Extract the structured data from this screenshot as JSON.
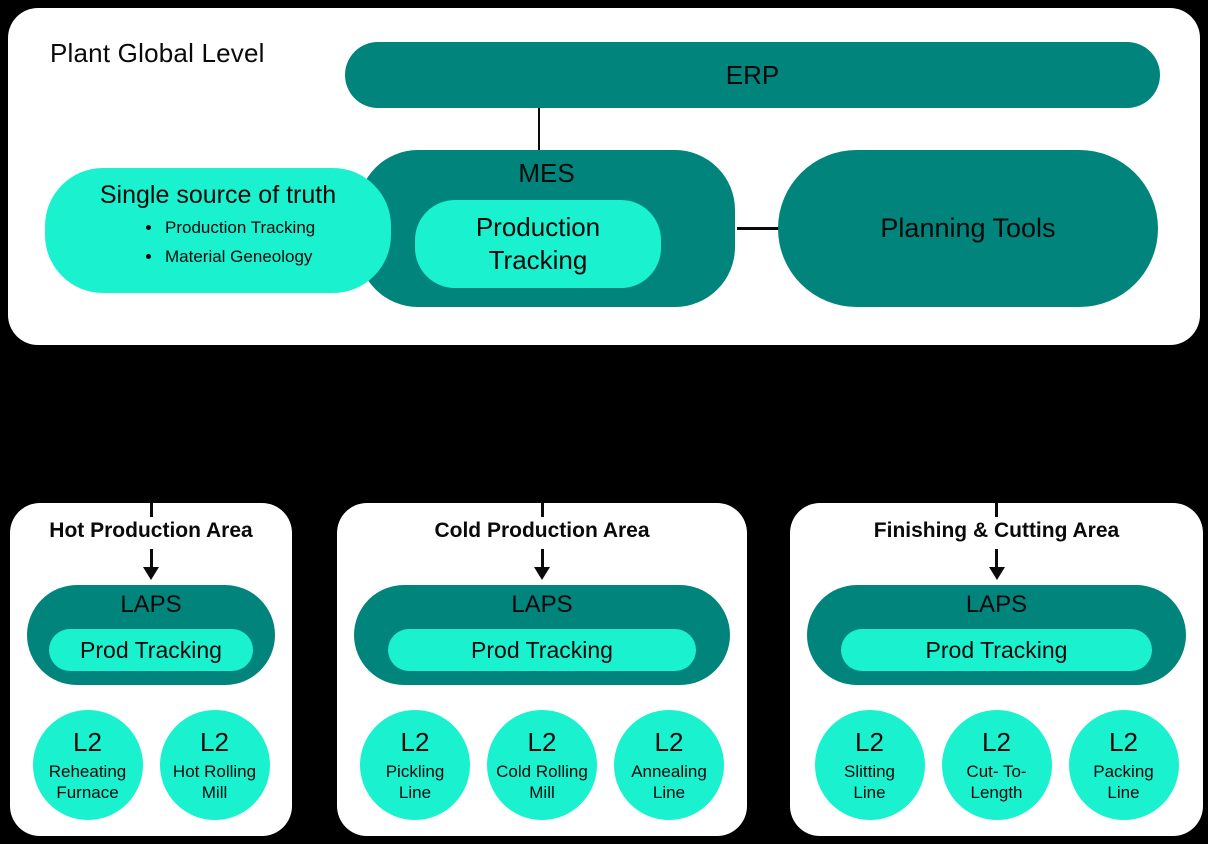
{
  "colors": {
    "teal": "#00847C",
    "cyan": "#1AF2CF",
    "background": "#000000",
    "card": "#FFFFFF",
    "line": "#0A0A0A"
  },
  "plant_global": {
    "title": "Plant Global Level",
    "erp": {
      "label": "ERP"
    },
    "mes": {
      "label": "MES",
      "inner_lines": [
        "Production",
        "Tracking"
      ]
    },
    "single_source": {
      "title": "Single source of truth",
      "bullets": [
        "Production Tracking",
        "Material Geneology"
      ]
    },
    "planning": {
      "label": "Planning Tools"
    }
  },
  "areas": [
    {
      "title": "Hot Production Area",
      "laps": "LAPS",
      "tracking": "Prod Tracking",
      "units": [
        {
          "level": "L2",
          "name_lines": [
            "Reheating",
            "Furnace"
          ]
        },
        {
          "level": "L2",
          "name_lines": [
            "Hot Rolling",
            "Mill"
          ]
        }
      ]
    },
    {
      "title": "Cold Production Area",
      "laps": "LAPS",
      "tracking": "Prod Tracking",
      "units": [
        {
          "level": "L2",
          "name_lines": [
            "Pickling",
            "Line"
          ]
        },
        {
          "level": "L2",
          "name_lines": [
            "Cold Rolling",
            "Mill"
          ]
        },
        {
          "level": "L2",
          "name_lines": [
            "Annealing",
            "Line"
          ]
        }
      ]
    },
    {
      "title": "Finishing & Cutting Area",
      "laps": "LAPS",
      "tracking": "Prod Tracking",
      "units": [
        {
          "level": "L2",
          "name_lines": [
            "Slitting",
            "Line"
          ]
        },
        {
          "level": "L2",
          "name_lines": [
            "Cut- To-",
            "Length"
          ]
        },
        {
          "level": "L2",
          "name_lines": [
            "Packing",
            "Line"
          ]
        }
      ]
    }
  ]
}
